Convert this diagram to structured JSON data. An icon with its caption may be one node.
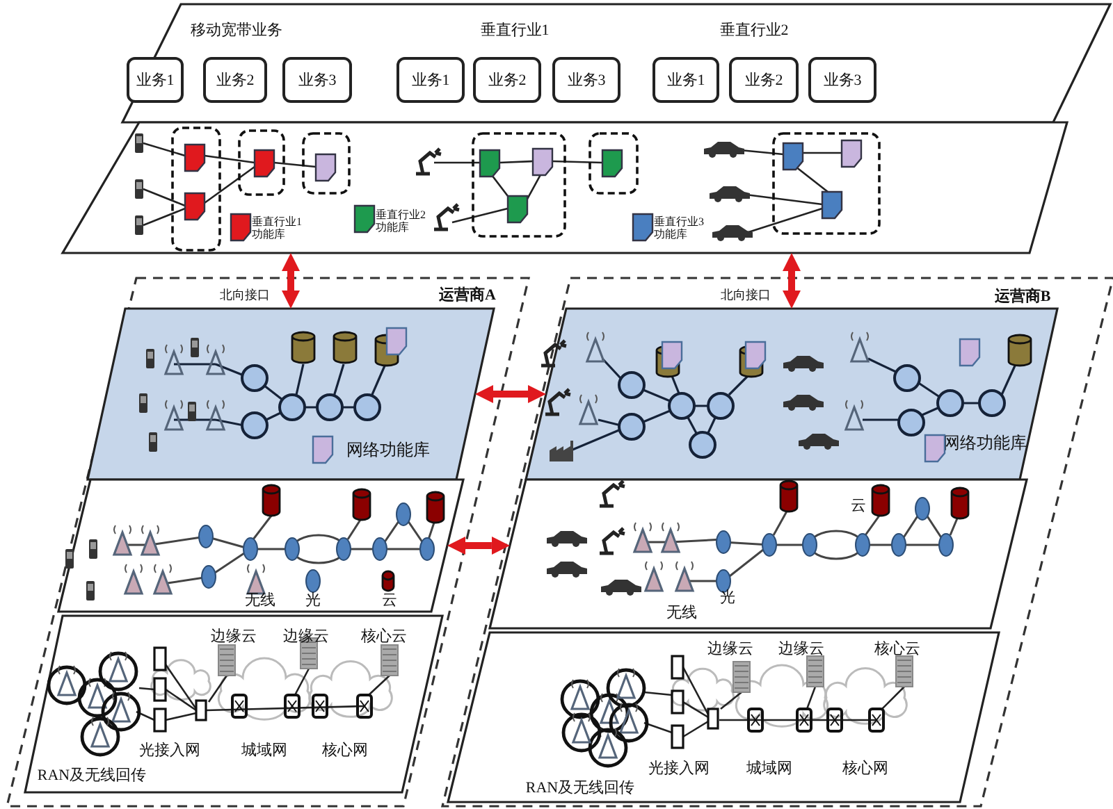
{
  "diagram": {
    "nodes": [
      {
        "text": [],
        "shape": "parallelogram"
      },
      {
        "text": [
          "业务1"
        ],
        "in": 0
      },
      {
        "text": [
          "业务2"
        ],
        "in": 0
      },
      {
        "text": [
          "业务3"
        ],
        "in": 0
      },
      {
        "text": [
          "业务1"
        ],
        "in": 0
      },
      {
        "text": [
          "业务2"
        ],
        "in": 0
      },
      {
        "text": [
          "业务3"
        ],
        "in": 0
      },
      {
        "text": [
          "业务1"
        ],
        "in": 0
      },
      {
        "text": [
          "业务2"
        ],
        "in": 0
      },
      {
        "text": [
          "业务3"
        ],
        "in": 0
      },
      {
        "text": [],
        "shape": "parallelogram"
      },
      {
        "text": [
          "运营商A"
        ]
      },
      {
        "text": [
          "网络功能库"
        ],
        "in": 11
      },
      {
        "text": [],
        "shape": "parallelogram",
        "in": 11
      },
      {
        "text": [],
        "shape": "parallelogram",
        "in": 11
      },
      {
        "text": [
          "运营商B"
        ]
      },
      {
        "text": [
          "网络功能库"
        ],
        "in": 15
      },
      {
        "text": [],
        "shape": "parallelogram",
        "in": 15
      },
      {
        "text": [],
        "shape": "parallelogram",
        "in": 15
      }
    ],
    "edges": [
      {
        "from": 10,
        "to": 12,
        "arrow": "both",
        "label": "北向接口"
      },
      {
        "from": 10,
        "to": 16,
        "arrow": "both",
        "label": "北向接口"
      },
      {
        "from": 12,
        "to": 16,
        "arrow": "both"
      },
      {
        "from": 13,
        "to": 17,
        "arrow": "both"
      }
    ],
    "labels": [
      "移动宽带业务",
      "垂直行业1",
      "垂直行业2",
      "边缘云",
      "边缘云",
      "核心云",
      "光接入网",
      "城域网",
      "核心网",
      "RAN及无线回传",
      "云",
      "无线",
      "光",
      "边缘云",
      "边缘云",
      "核心云",
      "光接入网",
      "城域网",
      "核心网",
      "RAN及无线回传"
    ],
    "legend": [
      {
        "text": "垂直行业1功能库",
        "color": "#e0191e"
      },
      {
        "text": "垂直行业2功能库",
        "color": "#1e9a4e"
      },
      {
        "text": "垂直行业3功能库",
        "color": "#4a7fc0"
      },
      {
        "text": "无线"
      },
      {
        "text": "光"
      },
      {
        "text": "云"
      }
    ]
  }
}
